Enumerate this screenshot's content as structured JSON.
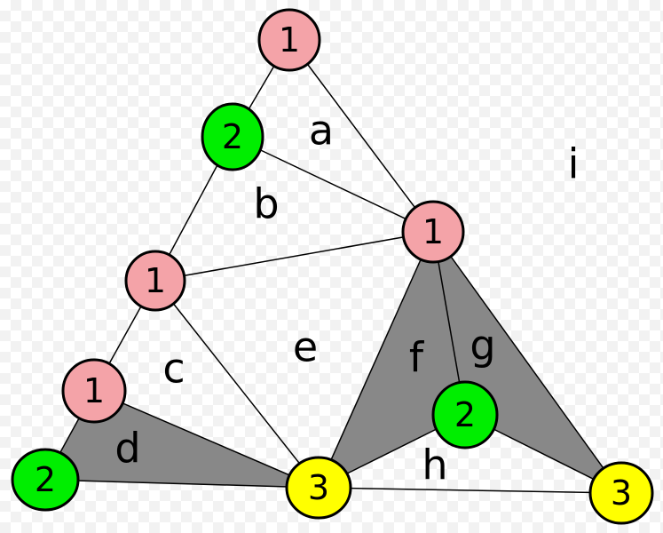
{
  "colors": {
    "1": "#f4a3a8",
    "2": "#00ee00",
    "3": "#ffff00",
    "shade": "#888888"
  },
  "vertices": [
    {
      "id": "v1",
      "label": "1",
      "color_key": "1"
    },
    {
      "id": "v2",
      "label": "2",
      "color_key": "2"
    },
    {
      "id": "v3",
      "label": "1",
      "color_key": "1"
    },
    {
      "id": "v4",
      "label": "1",
      "color_key": "1"
    },
    {
      "id": "v5",
      "label": "1",
      "color_key": "1"
    },
    {
      "id": "v6",
      "label": "2",
      "color_key": "2"
    },
    {
      "id": "v7",
      "label": "3",
      "color_key": "3"
    },
    {
      "id": "v8",
      "label": "2",
      "color_key": "2"
    },
    {
      "id": "v9",
      "label": "3",
      "color_key": "3"
    }
  ],
  "edges": [
    [
      "v1",
      "v2"
    ],
    [
      "v1",
      "v3"
    ],
    [
      "v2",
      "v3"
    ],
    [
      "v2",
      "v4"
    ],
    [
      "v3",
      "v4"
    ],
    [
      "v4",
      "v5"
    ],
    [
      "v4",
      "v7"
    ],
    [
      "v5",
      "v6"
    ],
    [
      "v5",
      "v7"
    ],
    [
      "v6",
      "v7"
    ],
    [
      "v3",
      "v7"
    ],
    [
      "v3",
      "v8"
    ],
    [
      "v3",
      "v9"
    ],
    [
      "v7",
      "v8"
    ],
    [
      "v8",
      "v9"
    ],
    [
      "v7",
      "v9"
    ]
  ],
  "shaded_faces": [
    [
      "v5",
      "v6",
      "v7"
    ],
    [
      "v3",
      "v7",
      "v8"
    ],
    [
      "v3",
      "v8",
      "v9"
    ]
  ],
  "regions": [
    "a",
    "b",
    "c",
    "d",
    "e",
    "f",
    "g",
    "h",
    "i"
  ]
}
